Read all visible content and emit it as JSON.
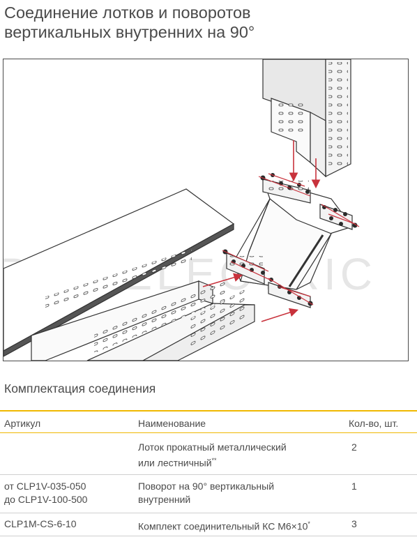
{
  "title_line1": "Соединение лотков и поворотов",
  "title_line2": "вертикальных внутренних на 90°",
  "watermark": "ROS ELECTRIC",
  "section_title": "Комплектация соединения",
  "table": {
    "headers": {
      "article": "Артикул",
      "name": "Наименование",
      "qty": "Кол-во, шт."
    },
    "rows": [
      {
        "article_line1": "",
        "article_line2": "",
        "name_line1": "Лоток прокатный металлический",
        "name_line2": "или лестничный",
        "name_suffix": "**",
        "qty": "2"
      },
      {
        "article_line1": "от CLP1V-035-050",
        "article_line2": "до CLP1V-100-500",
        "name_line1": "Поворот на 90° вертикальный",
        "name_line2": "внутренний",
        "name_suffix": "",
        "qty": "1"
      },
      {
        "article_line1": "CLP1M-CS-6-10",
        "article_line2": "",
        "name_line1": "Комплект соединительный КС М6×10",
        "name_line2": "",
        "name_suffix": "*",
        "qty": "3"
      }
    ]
  },
  "colors": {
    "accent_rule": "#f0b800",
    "arrow": "#c8323c",
    "line": "#333333"
  }
}
